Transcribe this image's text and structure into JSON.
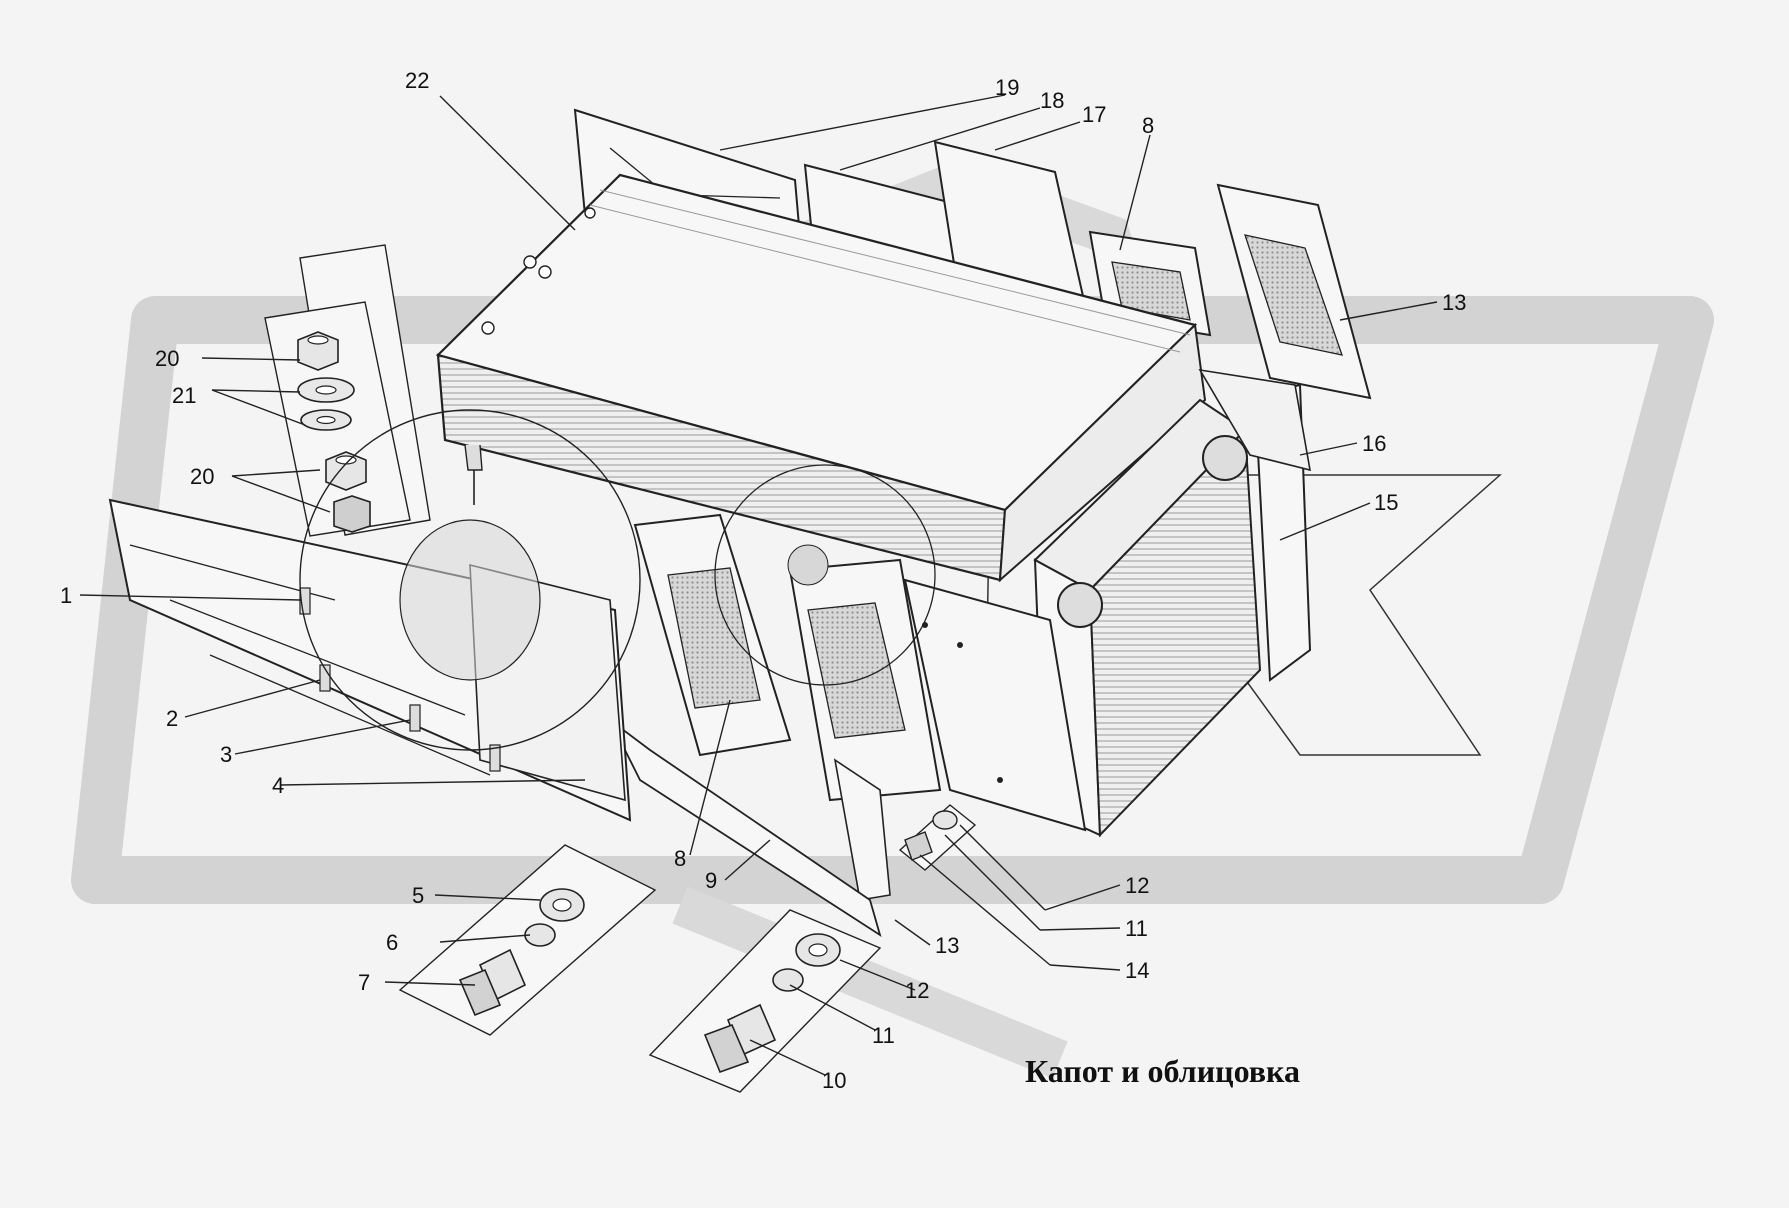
{
  "diagram": {
    "caption": "Капот и облицовка",
    "callouts": {
      "n1": "1",
      "n2": "2",
      "n3": "3",
      "n4": "4",
      "n5": "5",
      "n6": "6",
      "n7": "7",
      "n8a": "8",
      "n8b": "8",
      "n9": "9",
      "n10": "10",
      "n11a": "11",
      "n11b": "11",
      "n12a": "12",
      "n12b": "12",
      "n13a": "13",
      "n13b": "13",
      "n14": "14",
      "n15": "15",
      "n16": "16",
      "n17": "17",
      "n18": "18",
      "n19": "19",
      "n20a": "20",
      "n20b": "20",
      "n21": "21",
      "n22": "22"
    }
  },
  "colors": {
    "background": "#f4f4f4",
    "watermark": "#d3d3d3",
    "line": "#222222",
    "part_fill": "#f7f7f7",
    "mesh": "#bdbdbd"
  }
}
